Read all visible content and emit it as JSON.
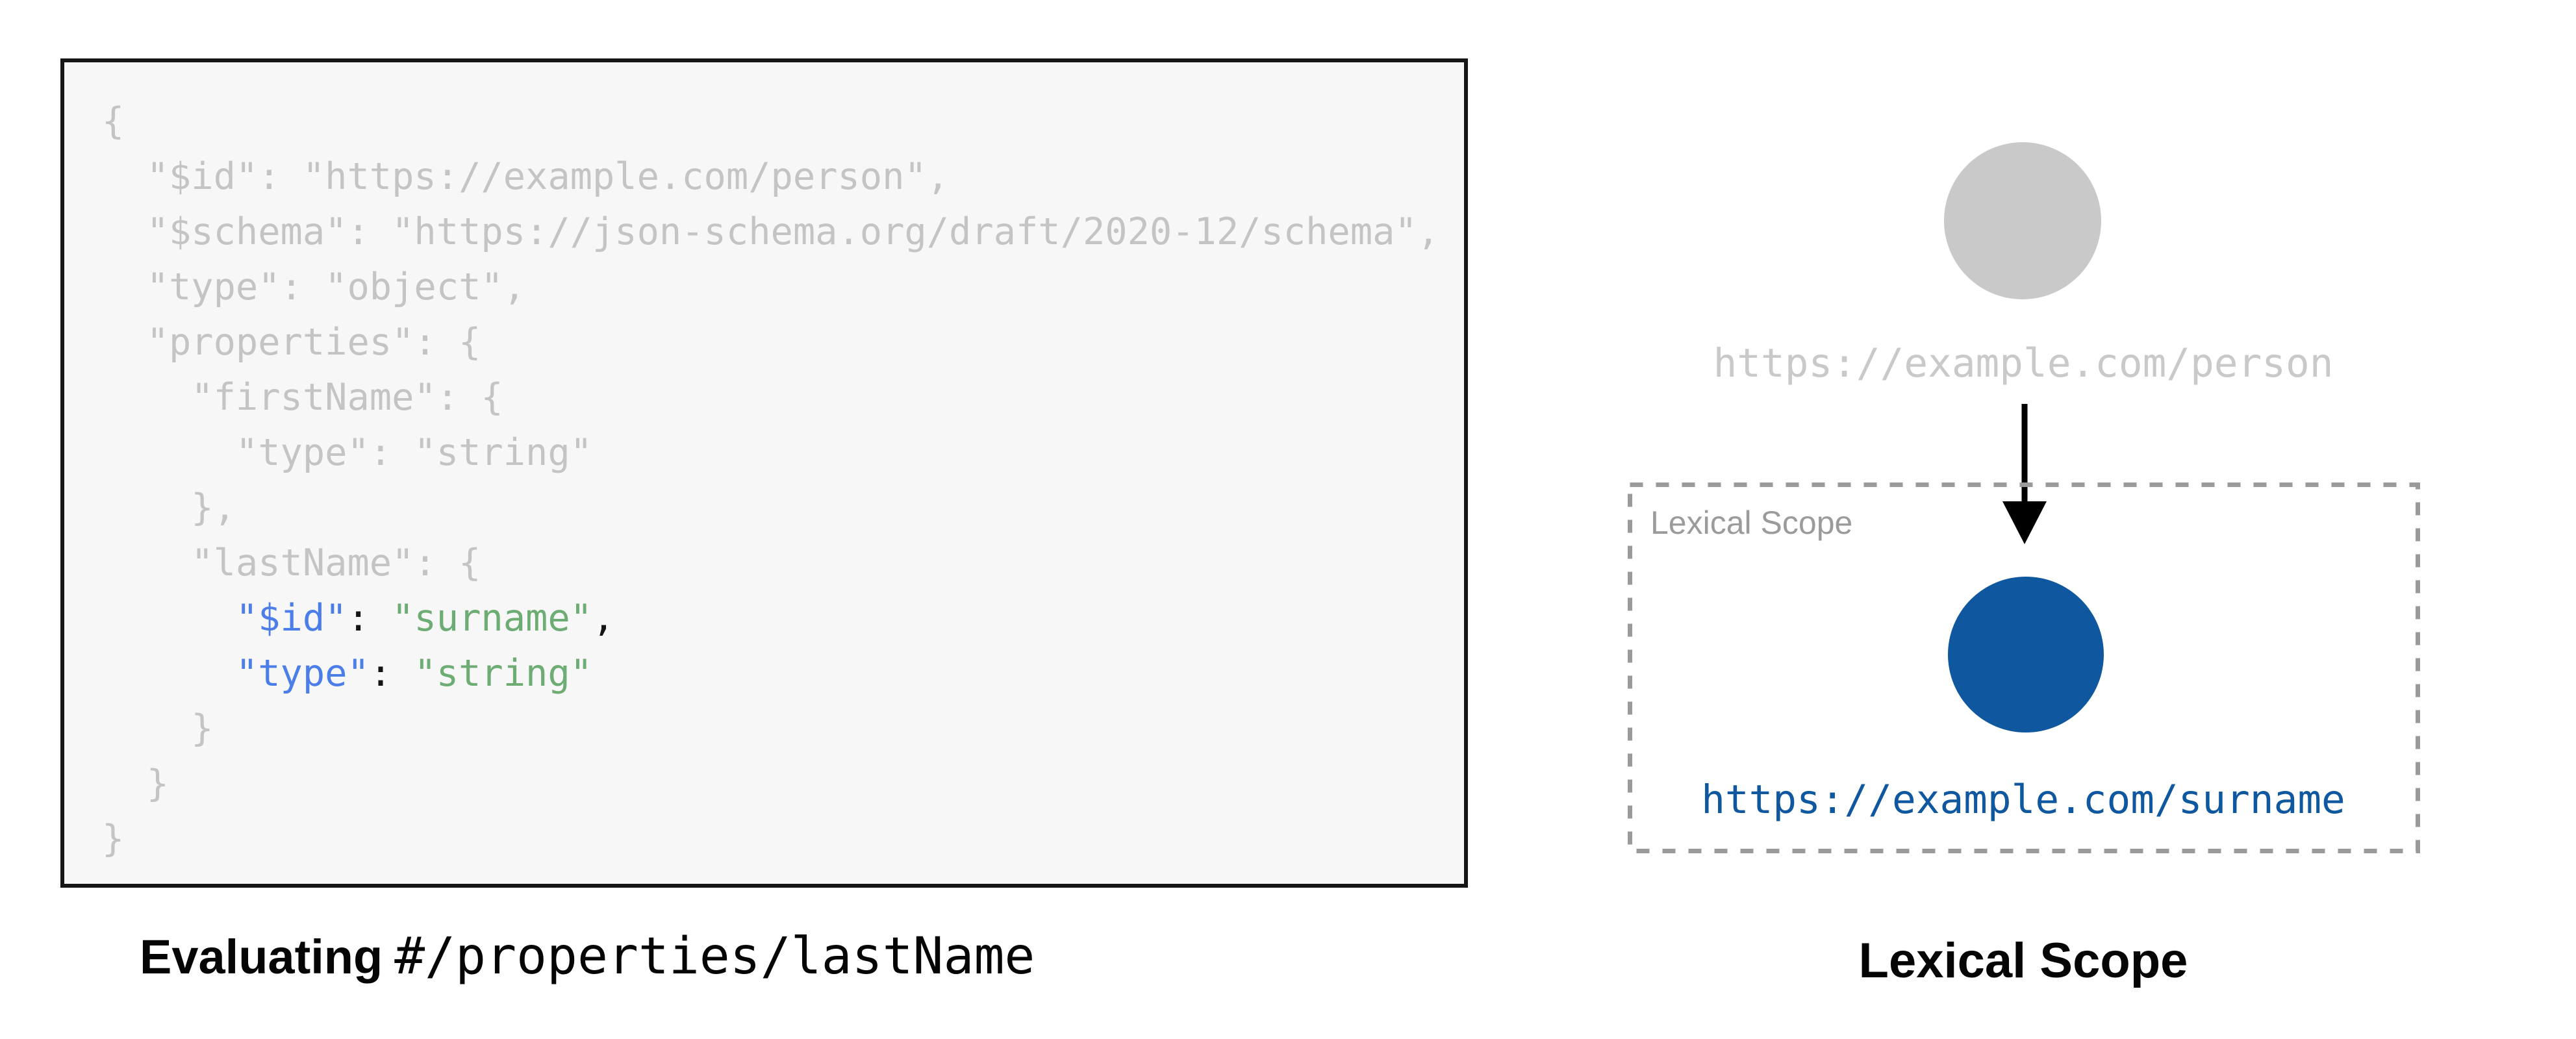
{
  "left_panel": {
    "caption_bold": "Evaluating",
    "caption_path": "#/properties/lastName",
    "code_lines": [
      [
        {
          "t": "{",
          "c": "faded"
        }
      ],
      [
        {
          "t": "  \"$id\": \"https://example.com/person\",",
          "c": "faded"
        }
      ],
      [
        {
          "t": "  \"$schema\": \"https://json-schema.org/draft/2020-12/schema\",",
          "c": "faded"
        }
      ],
      [
        {
          "t": "  \"type\": \"object\",",
          "c": "faded"
        }
      ],
      [
        {
          "t": "  \"properties\": {",
          "c": "faded"
        }
      ],
      [
        {
          "t": "    \"firstName\": {",
          "c": "faded"
        }
      ],
      [
        {
          "t": "      \"type\": \"string\"",
          "c": "faded"
        }
      ],
      [
        {
          "t": "    },",
          "c": "faded"
        }
      ],
      [
        {
          "t": "    \"lastName\": {",
          "c": "faded"
        }
      ],
      [
        {
          "t": "      ",
          "c": "faded"
        },
        {
          "t": "\"$id\"",
          "c": "key"
        },
        {
          "t": ": ",
          "c": "punct"
        },
        {
          "t": "\"surname\"",
          "c": "str"
        },
        {
          "t": ",",
          "c": "punct"
        }
      ],
      [
        {
          "t": "      ",
          "c": "faded"
        },
        {
          "t": "\"type\"",
          "c": "key"
        },
        {
          "t": ": ",
          "c": "punct"
        },
        {
          "t": "\"string\"",
          "c": "str"
        }
      ],
      [
        {
          "t": "    }",
          "c": "faded"
        }
      ],
      [
        {
          "t": "  }",
          "c": "faded"
        }
      ],
      [
        {
          "t": "}",
          "c": "faded"
        }
      ]
    ]
  },
  "right_panel": {
    "parent_uri": "https://example.com/person",
    "scope_label": "Lexical Scope",
    "child_uri": "https://example.com/surname",
    "caption": "Lexical Scope"
  },
  "colors": {
    "code_faded": "#c4c4c4",
    "code_key": "#4b7ee8",
    "code_string": "#6dac73",
    "code_punct": "#141414",
    "node_gray": "#c9c9c9",
    "uri_gray": "#c9c9c9",
    "node_blue": "#0f579e",
    "uri_blue": "#0f579e",
    "scope_border": "#9a9a9a",
    "scope_label_gray": "#9b9b9b",
    "arrow_black": "#000000"
  }
}
